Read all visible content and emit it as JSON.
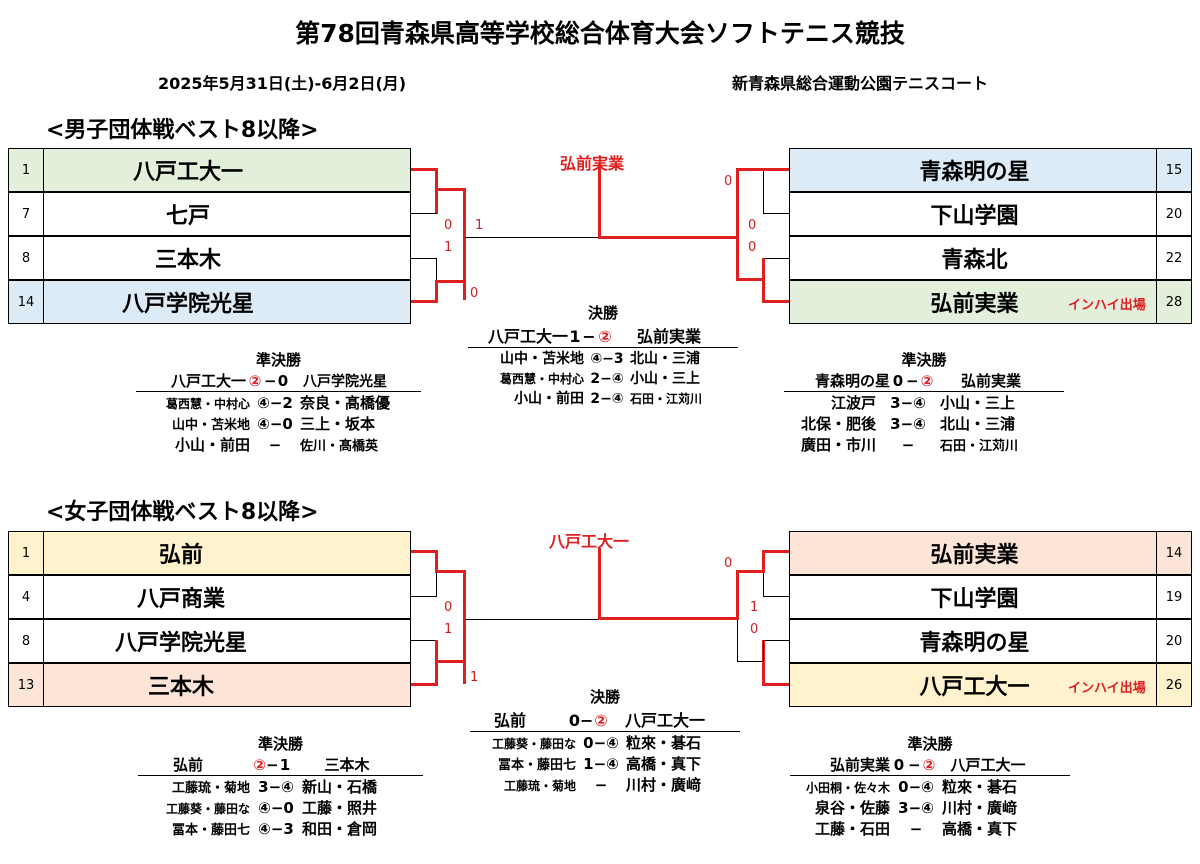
{
  "title": "第78回青森県高等学校総合体育大会ソフトテニス競技",
  "date": "2025年5月31日(土)-6月2日(月)",
  "venue": "新青森県総合運動公園テニスコート",
  "colors": {
    "red": "#e02020",
    "green": "#e2efda",
    "blue": "#ddebf7",
    "yellow": "#fff2cc",
    "peach": "#fce4d6"
  },
  "boys": {
    "heading": "<男子団体戦ベスト8以降>",
    "champion": "弘前実業",
    "left": [
      {
        "seed": "1",
        "name": "八戸工大一"
      },
      {
        "seed": "7",
        "name": "七戸"
      },
      {
        "seed": "8",
        "name": "三本木"
      },
      {
        "seed": "14",
        "name": "八戸学院光星"
      }
    ],
    "right": [
      {
        "seed": "15",
        "name": "青森明の星"
      },
      {
        "seed": "20",
        "name": "下山学園"
      },
      {
        "seed": "22",
        "name": "青森北"
      },
      {
        "seed": "28",
        "name": "弘前実業",
        "note": "インハイ出場"
      }
    ],
    "scores": {
      "l_q1": "0",
      "l_q2": "1",
      "l_s1": "1",
      "l_s2": "0",
      "r_q1": "0",
      "r_q2": "0",
      "r_s1": "0",
      "r_s2": ""
    },
    "final": {
      "label": "決勝",
      "team1": "八戸工大一",
      "s1": "1",
      "dash": "−",
      "s2": "②",
      "team2": "弘前実業",
      "rows": [
        {
          "a": "山中・苫米地",
          "s": "④−3",
          "b": "北山・三浦"
        },
        {
          "a": "葛西慧・中村心",
          "s": "2−④",
          "b": "小山・三上"
        },
        {
          "a": "小山・前田",
          "s": "2−④",
          "b": "石田・江苅川"
        }
      ]
    },
    "semi_left": {
      "label": "準決勝",
      "team1": "八戸工大一",
      "s1": "②",
      "dash": "−",
      "s2": "0",
      "team2": "八戸学院光星",
      "rows": [
        {
          "a": "葛西慧・中村心",
          "s": "④−2",
          "b": "奈良・髙橋優"
        },
        {
          "a": "山中・苫米地",
          "s": "④−0",
          "b": "三上・坂本"
        },
        {
          "a": "小山・前田",
          "s": "−",
          "b": "佐川・髙橋英"
        }
      ]
    },
    "semi_right": {
      "label": "準決勝",
      "team1": "青森明の星",
      "s1": "0",
      "dash": "−",
      "s2": "②",
      "team2": "弘前実業",
      "rows": [
        {
          "a": "江波戸",
          "s": "3−④",
          "b": "小山・三上"
        },
        {
          "a": "北保・肥後",
          "s": "3−④",
          "b": "北山・三浦"
        },
        {
          "a": "廣田・市川",
          "s": "−",
          "b": "石田・江苅川"
        }
      ]
    }
  },
  "girls": {
    "heading": "<女子団体戦ベスト8以降>",
    "champion": "八戸工大一",
    "left": [
      {
        "seed": "1",
        "name": "弘前"
      },
      {
        "seed": "4",
        "name": "八戸商業"
      },
      {
        "seed": "8",
        "name": "八戸学院光星"
      },
      {
        "seed": "13",
        "name": "三本木"
      }
    ],
    "right": [
      {
        "seed": "14",
        "name": "弘前実業"
      },
      {
        "seed": "19",
        "name": "下山学園"
      },
      {
        "seed": "20",
        "name": "青森明の星"
      },
      {
        "seed": "26",
        "name": "八戸工大一",
        "note": "インハイ出場"
      }
    ],
    "scores": {
      "l_q1": "0",
      "l_q2": "1",
      "l_s2": "1",
      "r_q1": "0",
      "r_q2": "1",
      "r_q3": "0"
    },
    "final": {
      "label": "決勝",
      "team1": "弘前",
      "s1": "0",
      "dash": "−",
      "s2": "②",
      "team2": "八戸工大一",
      "rows": [
        {
          "a": "工藤葵・藤田な",
          "s": "0−④",
          "b": "粒來・碁石"
        },
        {
          "a": "冨本・藤田七",
          "s": "1−④",
          "b": "高橋・真下"
        },
        {
          "a": "工藤琉・菊地",
          "s": "−",
          "b": "川村・廣﨑"
        }
      ]
    },
    "semi_left": {
      "label": "準決勝",
      "team1": "弘前",
      "s1": "②",
      "dash": "−",
      "s2": "1",
      "team2": "三本木",
      "rows": [
        {
          "a": "工藤琉・菊地",
          "s": "3−④",
          "b": "新山・石橋"
        },
        {
          "a": "工藤葵・藤田な",
          "s": "④−0",
          "b": "工藤・照井"
        },
        {
          "a": "冨本・藤田七",
          "s": "④−3",
          "b": "和田・倉岡"
        }
      ]
    },
    "semi_right": {
      "label": "準決勝",
      "team1": "弘前実業",
      "s1": "0",
      "dash": "−",
      "s2": "②",
      "team2": "八戸工大一",
      "rows": [
        {
          "a": "小田桐・佐々木",
          "s": "0−④",
          "b": "粒來・碁石"
        },
        {
          "a": "泉谷・佐藤",
          "s": "3−④",
          "b": "川村・廣﨑"
        },
        {
          "a": "工藤・石田",
          "s": "−",
          "b": "高橋・真下"
        }
      ]
    }
  }
}
